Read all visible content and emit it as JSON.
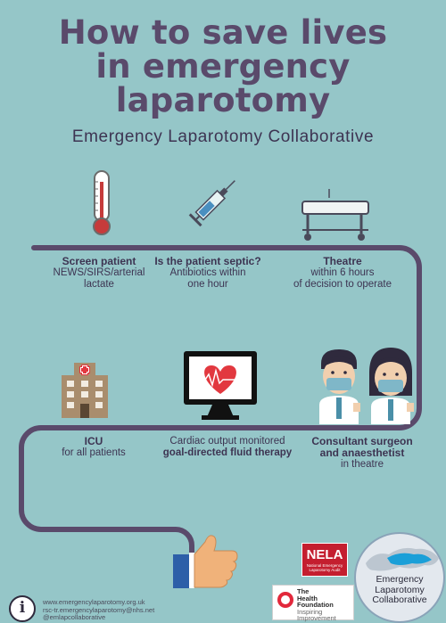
{
  "title_lines": [
    "How to save lives",
    "in emergency",
    "laparotomy"
  ],
  "subtitle": "Emergency Laparotomy Collaborative",
  "steps": {
    "screen": {
      "title": "Screen patient",
      "lines": [
        "NEWS/SIRS/arterial",
        "lactate"
      ],
      "icon": "thermometer-icon"
    },
    "septic": {
      "title": "Is the patient septic?",
      "lines": [
        "Antibiotics within",
        "one hour"
      ],
      "icon": "syringe-icon"
    },
    "theatre": {
      "title": "Theatre",
      "lines": [
        "within 6 hours",
        "of decision to operate"
      ],
      "icon": "operating-table-icon"
    },
    "icu": {
      "title": "ICU",
      "lines": [
        "for all patients"
      ],
      "icon": "hospital-icon"
    },
    "cardiac": {
      "lines": [
        "Cardiac output monitored"
      ],
      "bold_line": "goal-directed fluid therapy",
      "icon": "heart-monitor-icon"
    },
    "consultant": {
      "bold_lines": [
        "Consultant surgeon",
        "and anaesthetist"
      ],
      "lines": [
        "in theatre"
      ],
      "icon": "doctors-icon"
    }
  },
  "footer": {
    "lines": [
      "www.emergencylaparotomy.org.uk",
      "rsc-tr.emergencylaparotomy@nhs.net",
      "@emlapcollaborative"
    ],
    "info_glyph": "i"
  },
  "logos": {
    "nela": {
      "name": "NELA",
      "tagline_lines": [
        "National Emergency",
        "Laparotomy Audit"
      ]
    },
    "health_foundation": {
      "lines": [
        "The",
        "Health",
        "Foundation"
      ],
      "tag_lines": [
        "Inspiring",
        "Improvement"
      ]
    },
    "elc": {
      "lines": [
        "Emergency",
        "Laparotomy",
        "Collaborative"
      ]
    }
  },
  "colors": {
    "background": "#95c6c8",
    "title": "#5a4a6b",
    "path": "#5a4a6b",
    "nela_red": "#c41e2f",
    "heart": "#e2383f",
    "sleeve": "#2d5fa8"
  }
}
